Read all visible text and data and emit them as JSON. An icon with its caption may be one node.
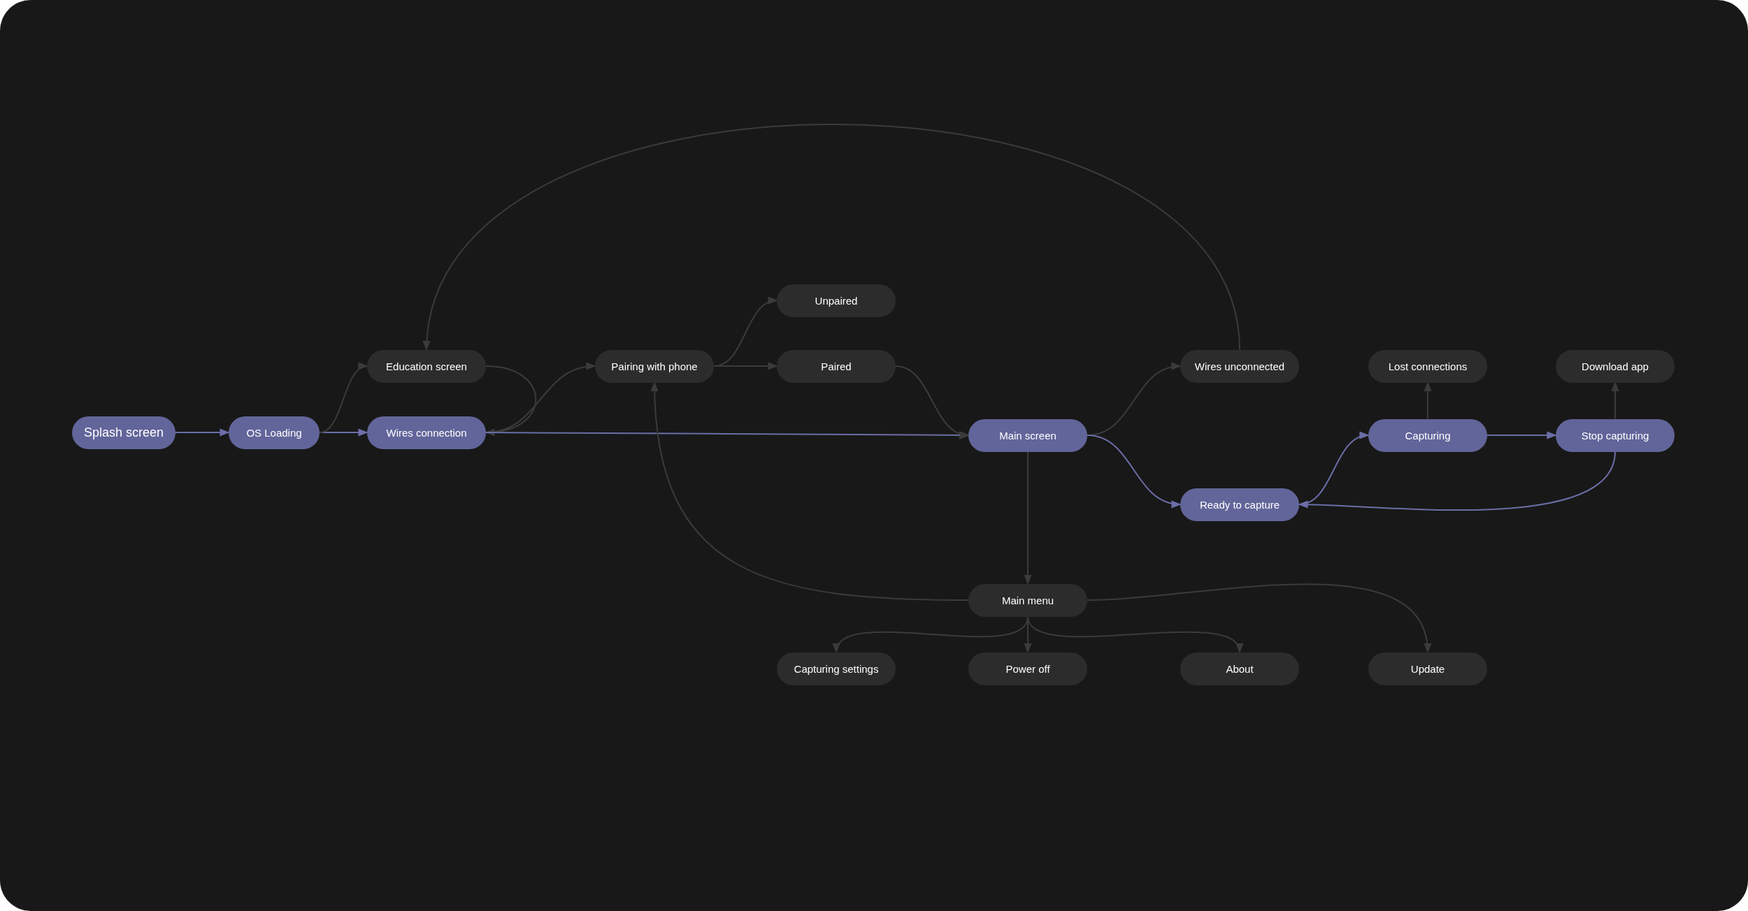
{
  "diagram": {
    "nodes": [
      {
        "text": [
          "Splash screen"
        ]
      },
      {
        "text": [
          "OS Loading"
        ]
      },
      {
        "text": [
          "Wires connection"
        ]
      },
      {
        "text": [
          "Education screen"
        ]
      },
      {
        "text": [
          "Pairing with phone"
        ]
      },
      {
        "text": [
          "Unpaired"
        ]
      },
      {
        "text": [
          "Paired"
        ]
      },
      {
        "text": [
          "Main screen"
        ]
      },
      {
        "text": [
          "Wires unconnected"
        ]
      },
      {
        "text": [
          "Ready to capture"
        ]
      },
      {
        "text": [
          "Lost connections"
        ]
      },
      {
        "text": [
          "Capturing"
        ]
      },
      {
        "text": [
          "Download app"
        ]
      },
      {
        "text": [
          "Stop capturing"
        ]
      },
      {
        "text": [
          "Main menu"
        ]
      },
      {
        "text": [
          "Capturing settings"
        ]
      },
      {
        "text": [
          "Power off"
        ]
      },
      {
        "text": [
          "About"
        ]
      },
      {
        "text": [
          "Update"
        ]
      }
    ],
    "edges": [
      {
        "from": 0,
        "to": 1,
        "arrow": "to",
        "color": "#6b6ea8"
      },
      {
        "from": 1,
        "to": 2,
        "arrow": "to",
        "color": "#6b6ea8"
      },
      {
        "from": 1,
        "to": 3,
        "arrow": "to"
      },
      {
        "from": 3,
        "to": 2,
        "arrow": "to"
      },
      {
        "from": 2,
        "to": 4,
        "arrow": "to"
      },
      {
        "from": 2,
        "to": 7,
        "arrow": "to",
        "color": "#6b6ea8"
      },
      {
        "from": 4,
        "to": 5,
        "arrow": "to"
      },
      {
        "from": 4,
        "to": 6,
        "arrow": "to"
      },
      {
        "from": 6,
        "to": 7,
        "arrow": "to"
      },
      {
        "from": 7,
        "to": 8,
        "arrow": "to"
      },
      {
        "from": 8,
        "to": 3,
        "arrow": "to"
      },
      {
        "from": 7,
        "to": 9,
        "arrow": "to",
        "color": "#6b6ea8"
      },
      {
        "from": 9,
        "to": 11,
        "arrow": "to",
        "color": "#6b6ea8"
      },
      {
        "from": 11,
        "to": 13,
        "arrow": "to",
        "color": "#6b6ea8"
      },
      {
        "from": 11,
        "to": 10,
        "arrow": "to"
      },
      {
        "from": 13,
        "to": 12,
        "arrow": "to"
      },
      {
        "from": 13,
        "to": 9,
        "arrow": "to",
        "color": "#6b6ea8"
      },
      {
        "from": 7,
        "to": 14,
        "arrow": "to"
      },
      {
        "from": 14,
        "to": 4,
        "arrow": "to"
      },
      {
        "from": 14,
        "to": 15,
        "arrow": "to"
      },
      {
        "from": 14,
        "to": 16,
        "arrow": "to"
      },
      {
        "from": 14,
        "to": 17,
        "arrow": "to"
      },
      {
        "from": 14,
        "to": 18,
        "arrow": "to"
      }
    ]
  }
}
